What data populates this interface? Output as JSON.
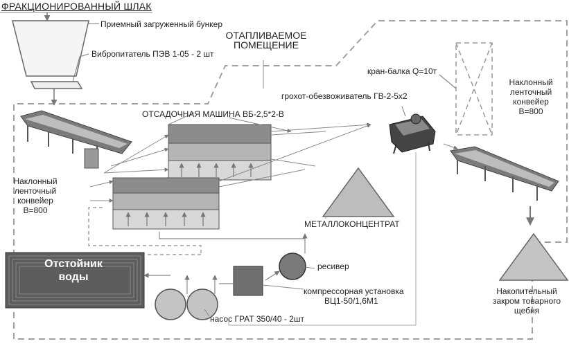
{
  "title": "ФРАКЦИОНИРОВАННЫЙ ШЛАК",
  "labels": {
    "hopper": "Приемный загруженный бункер",
    "feeder": "Вибропитатель ПЭВ 1-05 - 2 шт",
    "heated_room_1": "ОТАПЛИВАЕМОЕ",
    "heated_room_2": "ПОМЕЩЕНИЕ",
    "crane": "кран-балка Q=10т",
    "screen": "грохот-обезвоживатель ГВ-2-5х2",
    "jig_machine": "ОТСАДОЧНАЯ МАШИНА ВБ-2,5*2-В",
    "metal_concentrate": "МЕТАЛЛОКОНЦЕНТРАТ",
    "receiver": "ресивер",
    "compressor_1": "компрессорная установка",
    "compressor_2": "ВЦ1-50/1,6М1",
    "pump": "насос ГРАТ 350/40 - 2шт",
    "tank_1": "Отстойник",
    "tank_2": "воды",
    "left_conveyor": [
      "Наклонный",
      "ленточный",
      "конвейер",
      "B=800"
    ],
    "right_conveyor": [
      "Наклонный",
      "ленточный",
      "конвейер",
      "B=800"
    ],
    "storage": [
      "Накопительный",
      "закром товарного",
      "щебня"
    ]
  },
  "colors": {
    "line": "#555555",
    "dash": "#9a9a9a",
    "jig_top": "#8c8c8c",
    "jig_mid": "#b4b4b4",
    "jig_bottom": "#d8d8d8",
    "triangle": "#bdbdbd",
    "circle": "#c4c4c4",
    "compressor": "#707070",
    "receiver": "#7a7a7a",
    "tank": "#5c5c5c"
  }
}
